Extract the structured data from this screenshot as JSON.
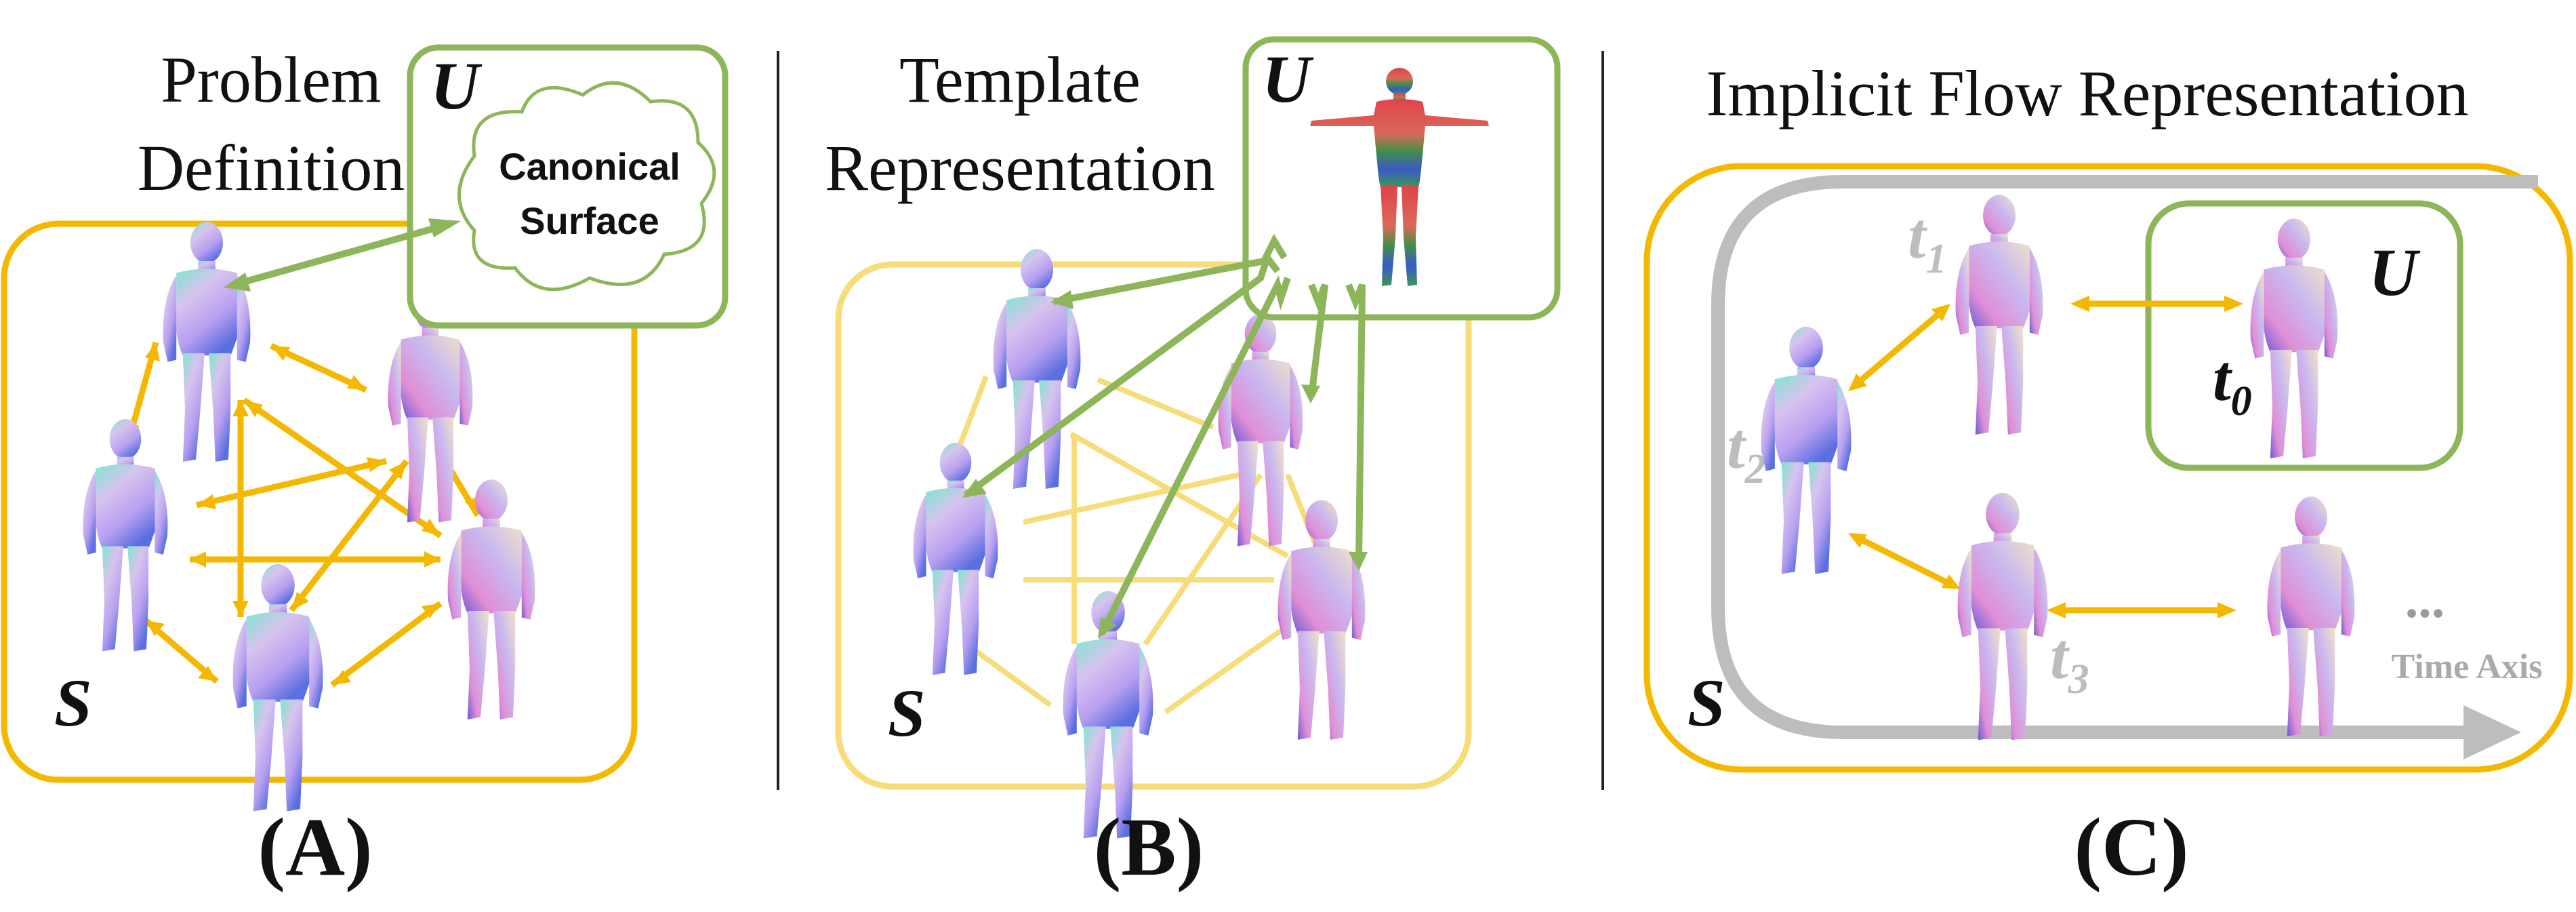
{
  "colors": {
    "gold": "#f5b800",
    "gold_light": "#f7dc7a",
    "green": "#8db55a",
    "gray": "#bdbdbd",
    "ink": "#111111"
  },
  "panel_a": {
    "title_line1": "Problem",
    "title_line2": "Definition",
    "u_label": "U",
    "cloud_line1": "Canonical",
    "cloud_line2": "Surface",
    "s_label": "S",
    "panel_label": "(A)"
  },
  "panel_b": {
    "title_line1": "Template",
    "title_line2": "Representation",
    "u_label": "U",
    "s_label": "S",
    "panel_label": "(B)"
  },
  "panel_c": {
    "title": "Implicit Flow Representation",
    "u_label": "U",
    "t0": "t",
    "t0_sub": "0",
    "t1": "t",
    "t1_sub": "1",
    "t2": "t",
    "t2_sub": "2",
    "t3": "t",
    "t3_sub": "3",
    "ellipsis": "...",
    "time_axis": "Time Axis",
    "s_label": "S",
    "panel_label": "(C)"
  }
}
